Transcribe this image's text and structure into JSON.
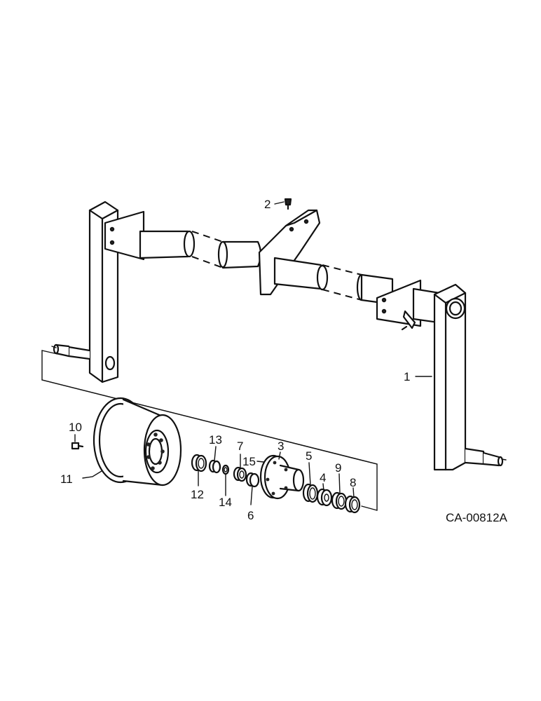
{
  "drawing_code": "CA-00812A",
  "callouts": {
    "c1": "1",
    "c2": "2",
    "c3": "3",
    "c4": "4",
    "c5": "5",
    "c6": "6",
    "c7": "7",
    "c8": "8",
    "c9": "9",
    "c10": "10",
    "c11": "11",
    "c12": "12",
    "c13": "13",
    "c14": "14",
    "c15": "15"
  }
}
